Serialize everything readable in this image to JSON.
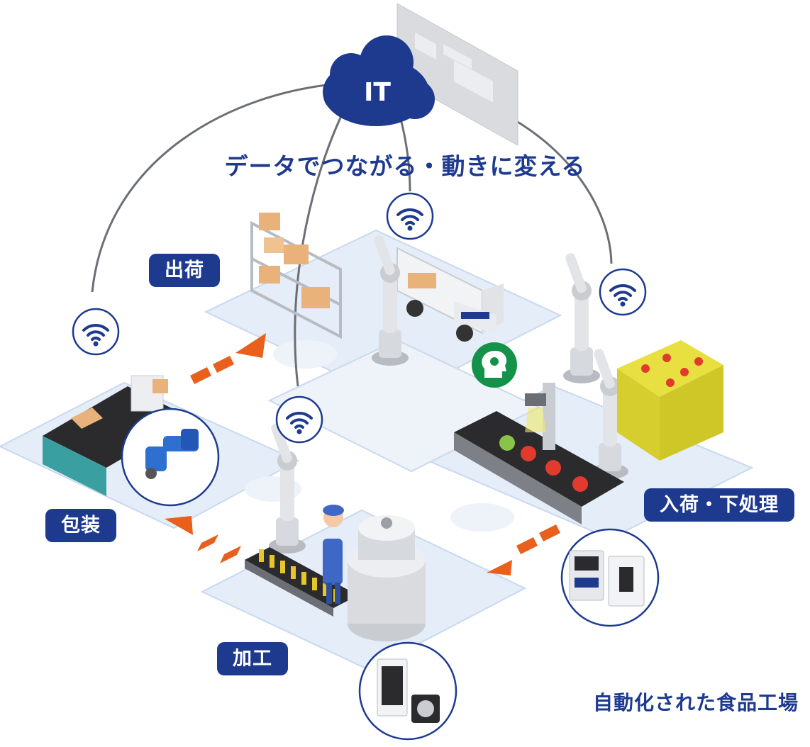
{
  "cloud": {
    "label": "IT",
    "color": "#1d3a8f"
  },
  "headline": "データでつながる・動きに変える",
  "stages": {
    "shipping": "出荷",
    "packaging": "包装",
    "processing": "加工",
    "receiving": "入荷・下処理"
  },
  "caption": "自動化された食品工場",
  "icons": [
    "wifi-icon",
    "ai-head-icon",
    "arrow-icon"
  ],
  "colors": {
    "navy": "#1d3a8f",
    "arrow": "#e8601c",
    "tile": "#dbe8f7",
    "robot": "#cfd2d6"
  }
}
